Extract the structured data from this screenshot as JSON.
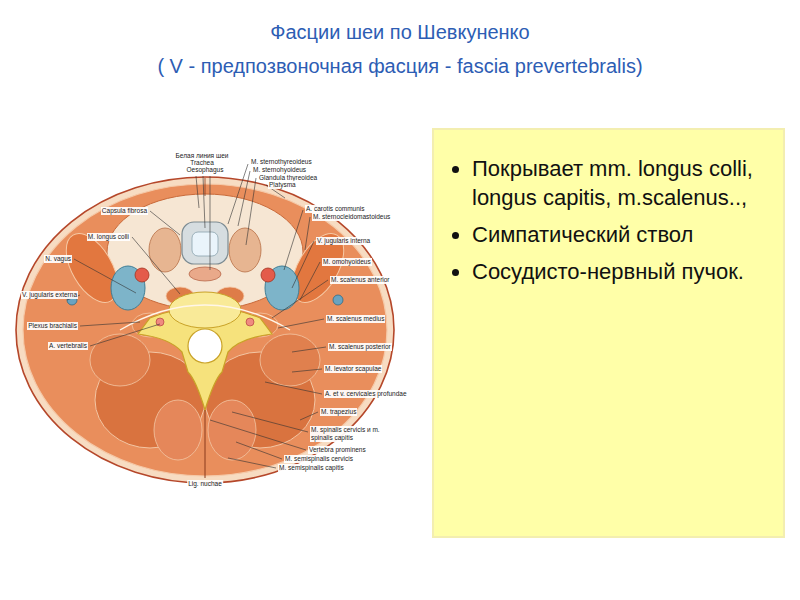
{
  "diagram": {
    "title": "Фасции шеи по Шевкуненко",
    "nodes": [
      {
        "text": [
          "Покрывает mm. longus colli, longus capitis, m.scalenus..,",
          "Симпатический ствол",
          "Сосудисто-нервный пучок."
        ]
      }
    ],
    "labels": [
      "( V - предпозвоночная фасция - fascia prevertebralis)",
      "Белая линия шеи",
      "Trachea",
      "Oesophagus",
      "M. sternothyreoideus",
      "M. sternohyoideus",
      "Glandula thyreoidea",
      "Platysma",
      "A. carotis communis",
      "M. sternocleidomastoideus",
      "V. jugularis interna",
      "M. omohyoideus",
      "M. scalenus anterior",
      "M. scalenus medius",
      "M. scalenus posterior",
      "M. levator scapulae",
      "A. et v. cervicales profundae",
      "M. trapezius",
      "M. spinalis cervicis и m. spinalis capitis",
      "Vertebra prominens",
      "M. semispinalis cervicis",
      "M. semispinalis capitis",
      "Lig. nuchae",
      "Capsula fibrosa",
      "M. longus colli",
      "N. vagus",
      "V. jugularis externa",
      "Plexus brachialis",
      "A. vertebralis"
    ]
  }
}
